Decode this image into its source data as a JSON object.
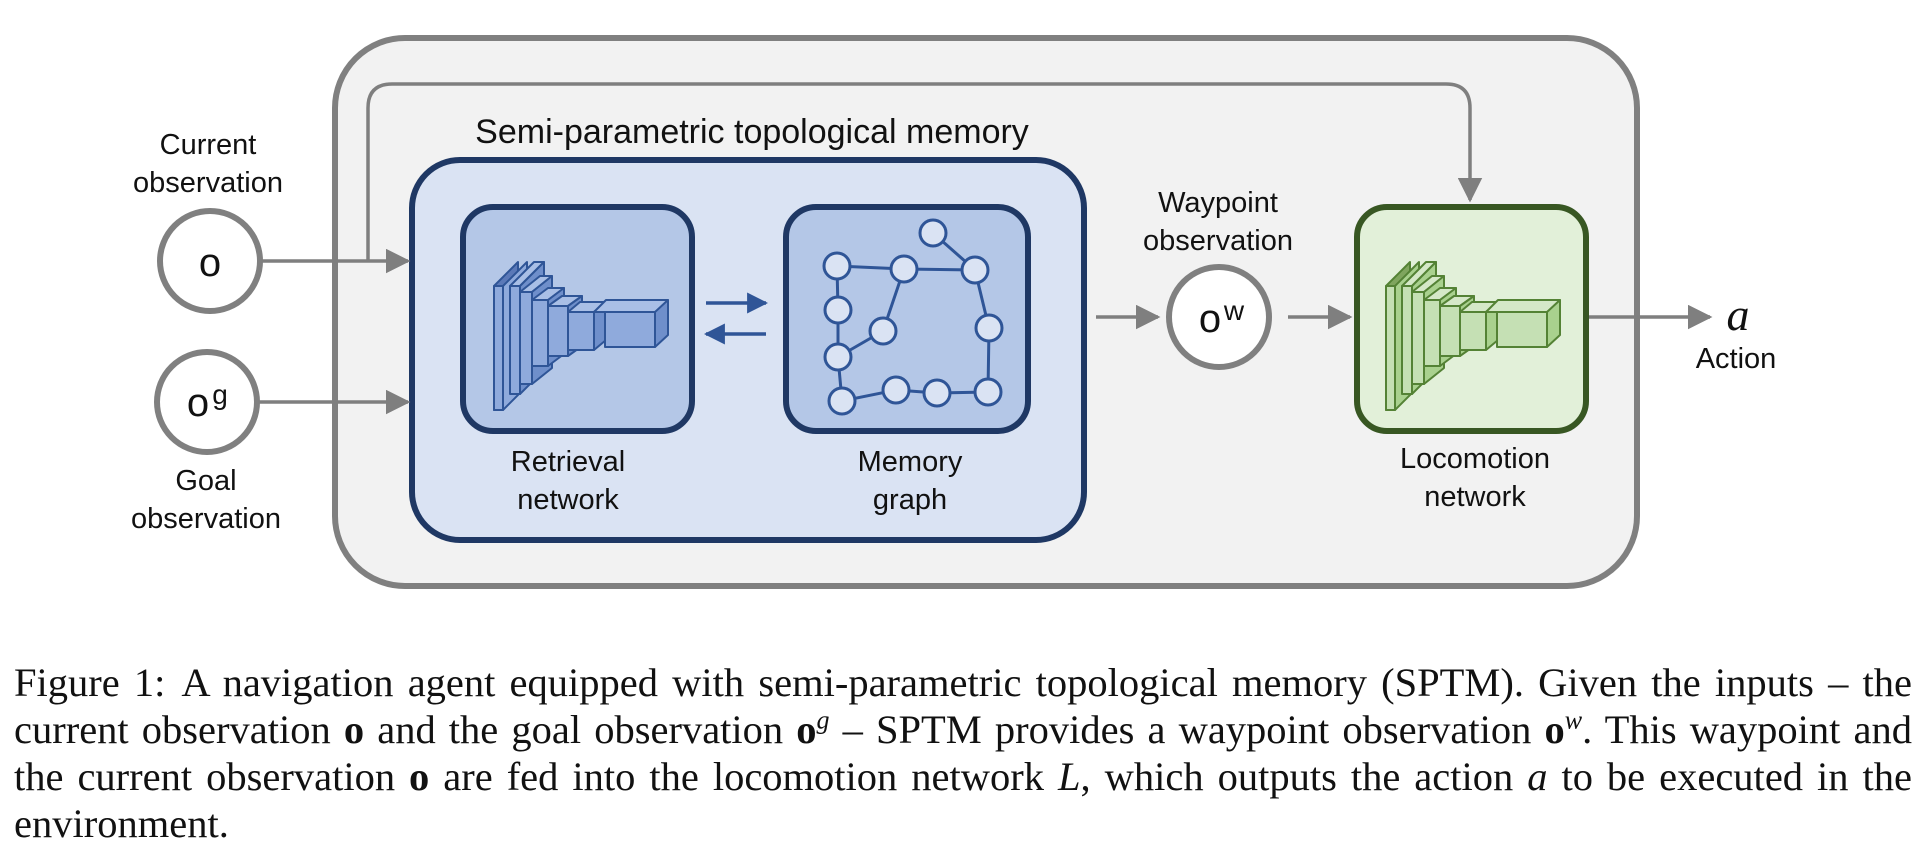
{
  "diagram": {
    "sptm_title": "Semi-parametric topological memory",
    "current_label_line1": "Current",
    "current_label_line2": "observation",
    "current_symbol": "o",
    "goal_symbol": "o",
    "goal_symbol_sup": "g",
    "goal_label_line1": "Goal",
    "goal_label_line2": "observation",
    "retrieval_label_line1": "Retrieval",
    "retrieval_label_line2": "network",
    "memory_label_line1": "Memory",
    "memory_label_line2": "graph",
    "waypoint_label_line1": "Waypoint",
    "waypoint_label_line2": "observation",
    "waypoint_symbol": "o",
    "waypoint_symbol_sup": "w",
    "locomotion_label_line1": "Locomotion",
    "locomotion_label_line2": "network",
    "action_symbol": "a",
    "action_label": "Action"
  },
  "caption": {
    "figure_label": "Figure 1:",
    "seg1": "A navigation agent equipped with semi-parametric topological memory (SPTM). Given the inputs – the current observation ",
    "o1": "o",
    "seg2": " and the goal observation ",
    "o2": "o",
    "g": "g",
    "seg3": " – SPTM provides a waypoint observation ",
    "o3": "o",
    "w": "w",
    "seg4": ". This waypoint and the current observation ",
    "o4": "o",
    "seg5": " are fed into the locomotion network ",
    "L": "L",
    "seg6": ", which outputs the action ",
    "a": "a",
    "seg7": " to be executed in the environment."
  },
  "colors": {
    "outer_fill": "#f2f2f2",
    "outer_stroke": "#808080",
    "sptm_fill": "#dae3f3",
    "sptm_stroke": "#1f3864",
    "inner_blue_fill": "#b4c7e7",
    "cnn_blue_fill": "#8faadc",
    "cnn_blue_stroke": "#2f5597",
    "loco_fill": "#e2f0d9",
    "loco_stroke": "#385723",
    "cnn_green_fill": "#c5e0b4",
    "cnn_green_stroke": "#548235",
    "arrow": "#7f7f7f"
  }
}
